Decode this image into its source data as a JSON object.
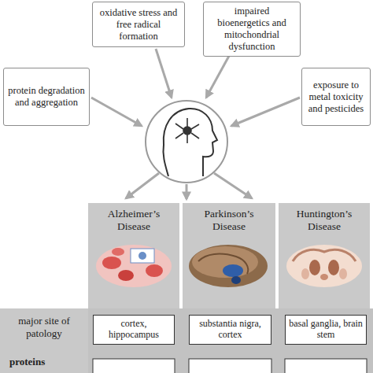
{
  "diagram": {
    "nodes": [
      {
        "text": [
          "oxidative stress and free radical formation"
        ]
      },
      {
        "text": [
          "impaired bioenergetics and mitochondrial dysfunction"
        ]
      },
      {
        "text": [
          "protein degradation and aggregation"
        ]
      },
      {
        "text": [
          "exposure to metal toxicity and pesticides"
        ]
      },
      {
        "text": [
          "Alzheimer’s Disease"
        ]
      },
      {
        "text": [
          "Parkinson’s Disease"
        ]
      },
      {
        "text": [
          "Huntington’s Disease"
        ]
      },
      {
        "text": [
          "major site of patology"
        ]
      },
      {
        "text": [
          "cortex, hippocampus"
        ],
        "in": 7
      },
      {
        "text": [
          "substantia nigra, cortex"
        ],
        "in": 7
      },
      {
        "text": [
          "basal ganglia, brain stem"
        ],
        "in": 7
      }
    ],
    "labels": [
      "proteins"
    ]
  }
}
